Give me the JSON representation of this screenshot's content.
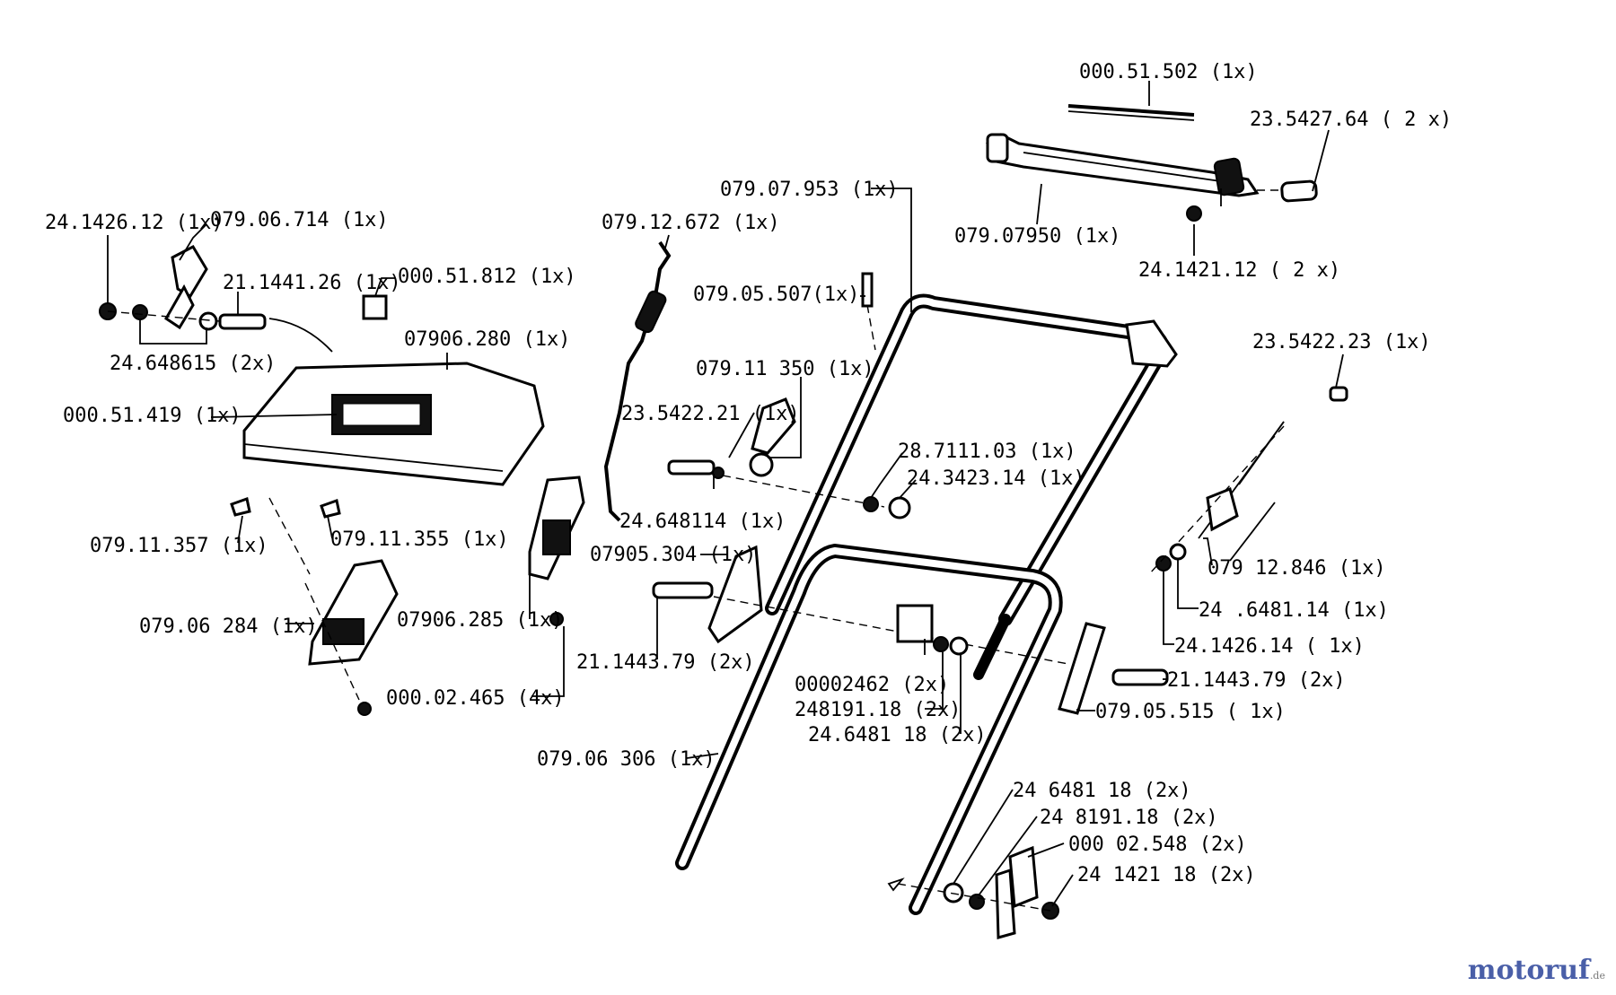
{
  "labels": {
    "l01": "000.51.502 (1x)",
    "l02": "23.5427.64 ( 2 x)",
    "l03": "079.07.953 (1x)",
    "l04": "079.07950 (1x)",
    "l05": "24.1421.12 ( 2 x)",
    "l06": "24.1426.12 (1x)",
    "l07": "079.06.714  (1x)",
    "l08": "079.12.672  (1x)",
    "l09": "21.1441.26 (1x)",
    "l10": "000.51.812  (1x)",
    "l11": "079.05.507(1x)",
    "l12": "07906.280 (1x)",
    "l13": "24.648615  (2x)",
    "l14": "23.5422.23 (1x)",
    "l15": "079.11 350  (1x)",
    "l16": "000.51.419  (1x)",
    "l17": "23.5422.21 (1x)",
    "l18": "28.7111.03  (1x)",
    "l19": "24.3423.14  (1x)",
    "l20": "24.648114  (1x)",
    "l21": "079.11.357  (1x)",
    "l22": "079.11.355  (1x)",
    "l23": "07905.304 (1x)",
    "l24": "079 12.846 (1x)",
    "l25": "24 .6481.14 (1x)",
    "l26": "079.06 284  (1x)",
    "l27": "07906.285  (1x)",
    "l28": "24.1426.14 ( 1x)",
    "l29": "21.1443.79  (2x)",
    "l30": "00002462 (2x)",
    "l31": "21.1443.79 (2x)",
    "l32": "248191.18  (2x)",
    "l33": "000.02.465 (4x)",
    "l34": "079.05.515 ( 1x)",
    "l35": "24.6481 18  (2x)",
    "l36": "079.06 306 (1x)",
    "l37": "24 6481 18  (2x)",
    "l38": "24 8191.18 (2x)",
    "l39": "000 02.548  (2x)",
    "l40": "24 1421 18  (2x)"
  },
  "watermark": {
    "text": "motoruf",
    "suffix": ".de"
  }
}
